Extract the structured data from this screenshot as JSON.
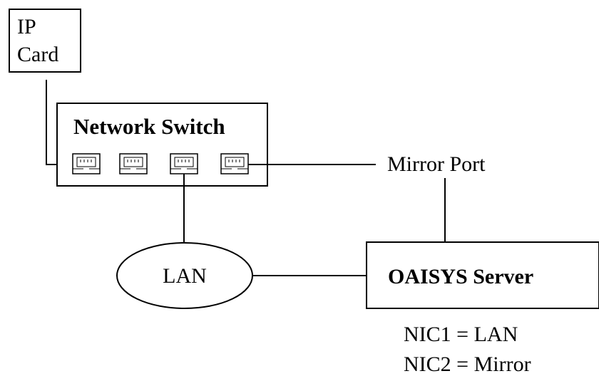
{
  "ip_card": {
    "line1": "IP",
    "line2": "Card"
  },
  "network_switch": {
    "label": "Network Switch",
    "port_count": 4
  },
  "mirror_port": {
    "label": "Mirror Port"
  },
  "lan": {
    "label": "LAN"
  },
  "server": {
    "label": "OAISYS Server"
  },
  "nic_notes": {
    "nic1": "NIC1 = LAN",
    "nic2": "NIC2 = Mirror"
  }
}
